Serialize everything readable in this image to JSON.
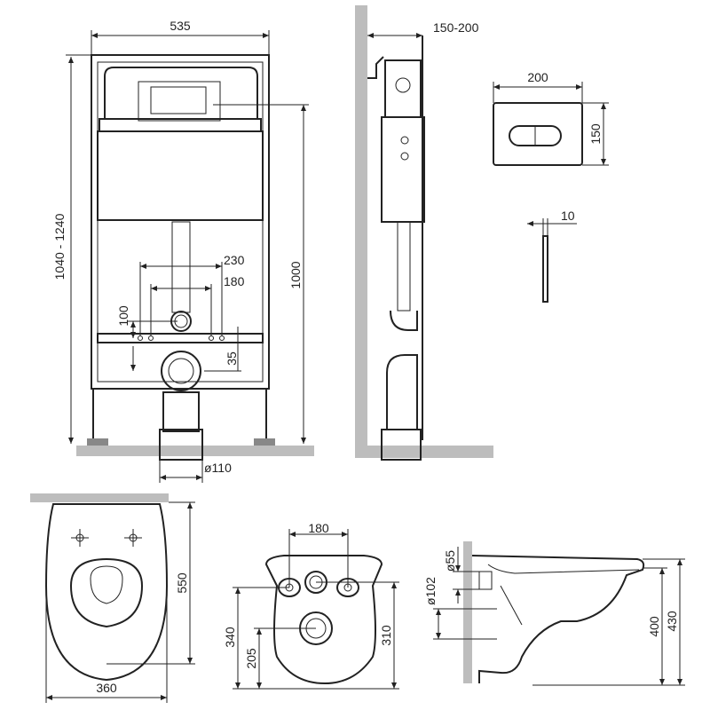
{
  "dimensions": {
    "frame_width": "535",
    "frame_height": "1040 - 1240",
    "wall_offset": "150-200",
    "plate_width": "200",
    "plate_height": "150",
    "plate_thickness": "10",
    "bolt_spacing_outer": "230",
    "bolt_spacing_inner": "180",
    "side_100": "100",
    "side_35": "35",
    "height_1000": "1000",
    "drain_diameter": "ø110",
    "bowl_width": "360",
    "bowl_length": "550",
    "back_180": "180",
    "back_340": "340",
    "back_205": "205",
    "back_310": "310",
    "side_55": "ø55",
    "side_102": "ø102",
    "side_400": "400",
    "side_430": "430"
  }
}
